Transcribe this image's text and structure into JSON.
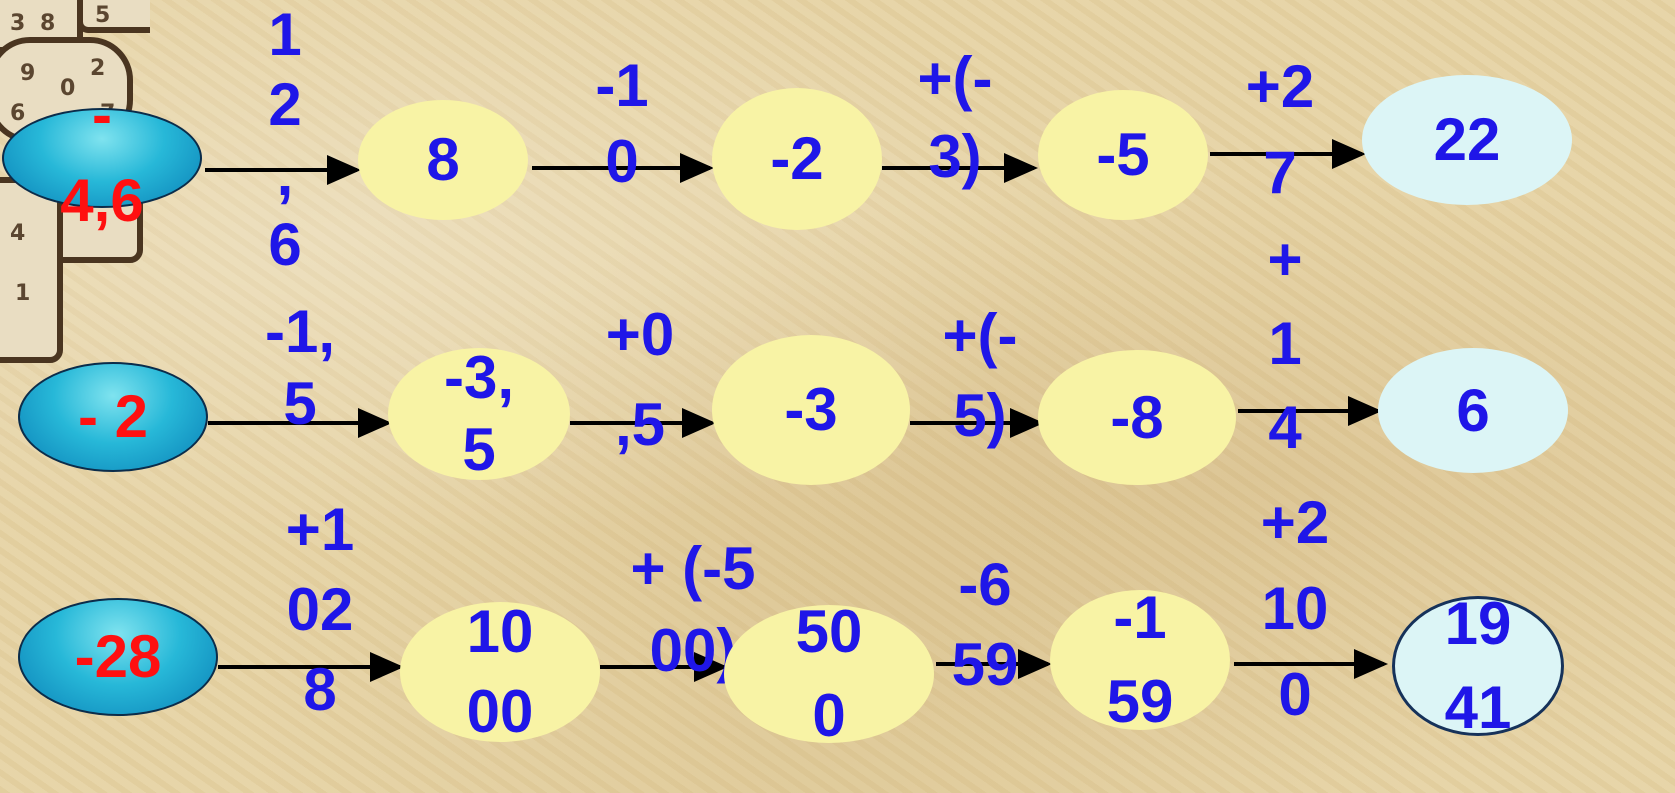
{
  "rows": [
    {
      "start": "-\n4,6",
      "nodes": [
        "8",
        "-2",
        "-5"
      ],
      "end": "22",
      "ops": [
        "1\n2\n,\n6",
        "-1\n0",
        "+(-\n3)",
        "+2\n7"
      ]
    },
    {
      "start": "- 2",
      "nodes": [
        "-3,\n5",
        "-3",
        "-8"
      ],
      "end": "6",
      "ops": [
        "-1,\n5",
        "+0\n,5",
        "+(-\n5)",
        "+\n1\n4"
      ]
    },
    {
      "start": "-28",
      "nodes": [
        "10\n00",
        "50\n0",
        "-1\n59"
      ],
      "end": "19\n41",
      "ops": [
        "+1\n02\n8",
        "+ (-5\n00)",
        "-6\n59",
        "+2\n10\n0"
      ]
    }
  ],
  "colors": {
    "start_text": "#ff1010",
    "value_text": "#1f16e8",
    "start_fill": "#27b8d8",
    "node_fill": "#f8f3a5",
    "end_fill": "#dcf5f6"
  }
}
